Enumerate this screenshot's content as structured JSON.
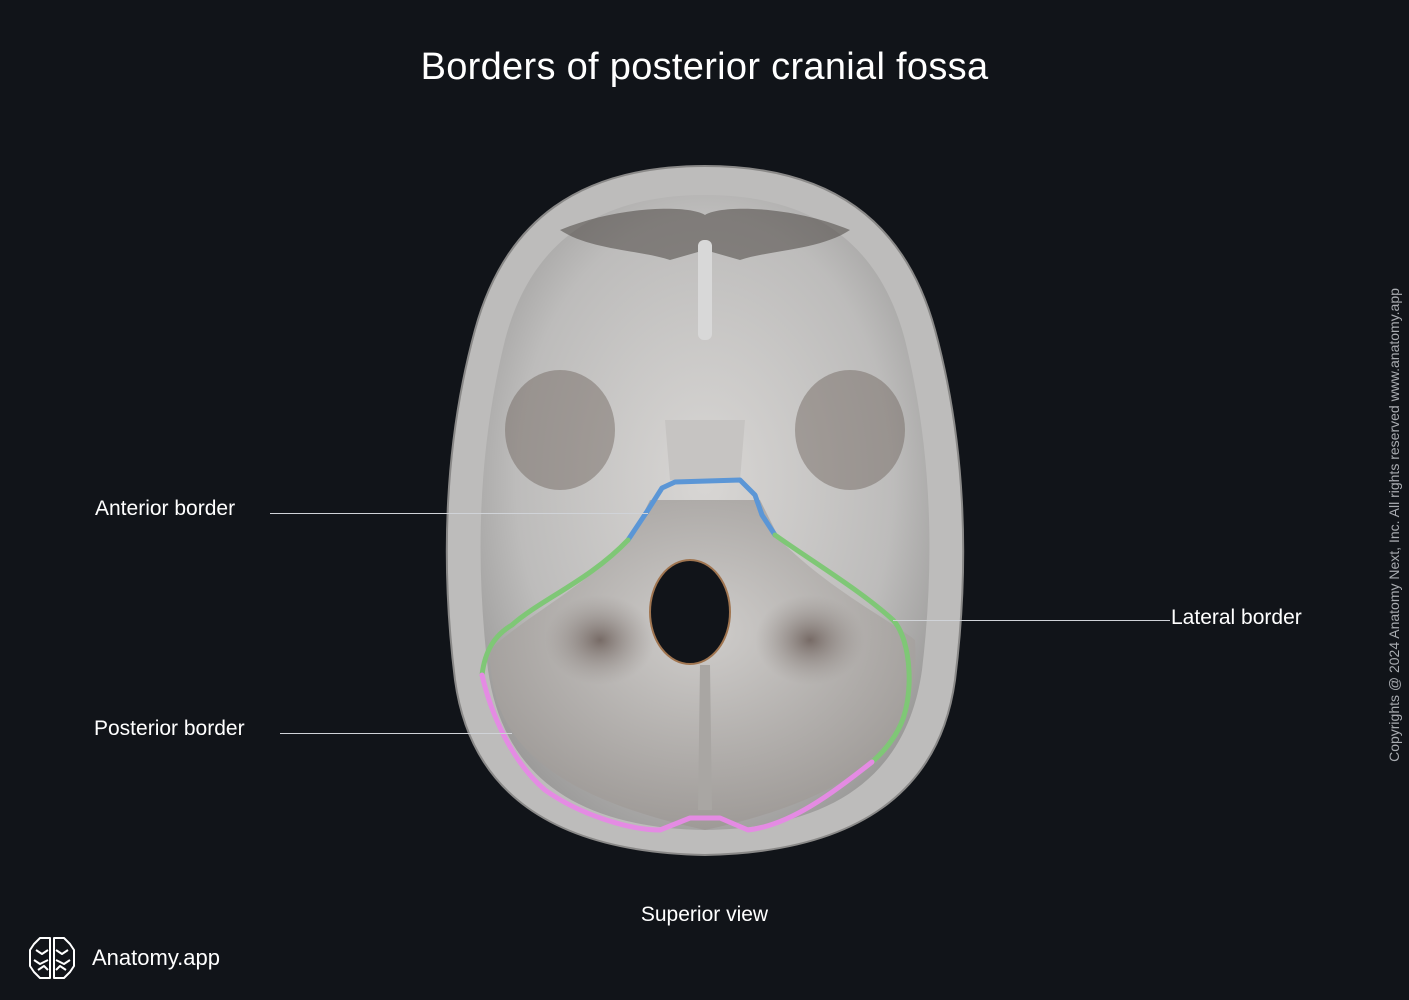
{
  "title": "Borders of posterior cranial fossa",
  "view_caption": "Superior view",
  "copyright": "Copyrights @ 2024 Anatomy Next, Inc. All rights reserved www.anatomy.app",
  "brand": {
    "name": "Anatomy.app",
    "icon": "brain-icon"
  },
  "labels": {
    "anterior": {
      "text": "Anterior border",
      "color": "#5b96d6"
    },
    "lateral": {
      "text": "Lateral border",
      "color": "#7fc776"
    },
    "posterior": {
      "text": "Posterior border",
      "color": "#e48be3"
    }
  },
  "colors": {
    "background": "#111419",
    "bone": "#c9c9c9",
    "bone_shadow": "#6e6660"
  }
}
